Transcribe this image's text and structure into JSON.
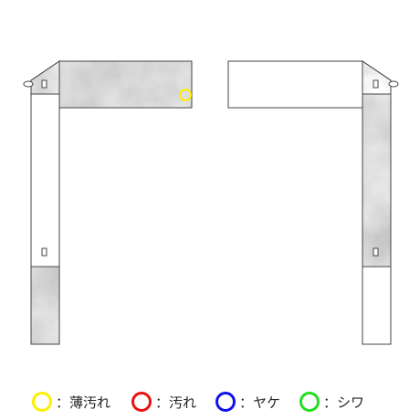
{
  "diagram": {
    "stain_marks": [
      {
        "panel": "left-top-band",
        "type": "light-stain"
      }
    ]
  },
  "legend": {
    "items": [
      {
        "id": "light-stain",
        "label": "：薄汚れ",
        "color": "#ffee00"
      },
      {
        "id": "stain",
        "label": "：汚れ",
        "color": "#ee1111"
      },
      {
        "id": "fade",
        "label": "：ヤケ",
        "color": "#1111ee"
      },
      {
        "id": "wrinkle",
        "label": "：シワ",
        "color": "#22dd22"
      }
    ]
  }
}
